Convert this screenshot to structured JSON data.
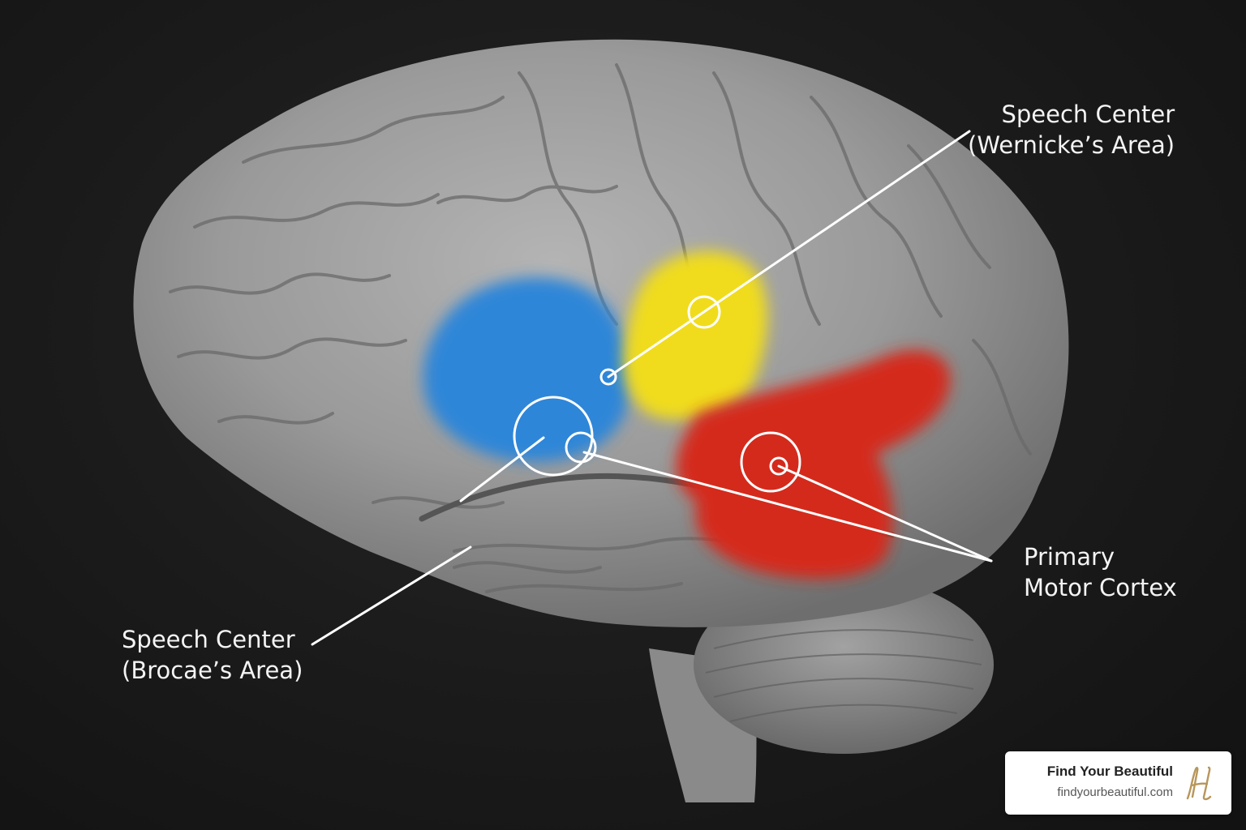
{
  "labels": {
    "wernicke": {
      "line1": "Speech Center",
      "line2": "(Wernicke’s Area)"
    },
    "motor": {
      "line1": "Primary",
      "line2": "Motor Cortex"
    },
    "broca": {
      "line1": "Speech Center",
      "line2": "(Brocae’s Area)"
    }
  },
  "brand": {
    "name": "Find Your Beautiful",
    "url": "findyourbeautiful.com",
    "logo_icon": "script-h-monogram-icon",
    "logo_color": "#b8965a"
  },
  "colors": {
    "brain": "#9a9a9a",
    "region_blue": "#2f86d8",
    "region_yellow": "#f0dc1a",
    "region_red": "#d42a1e",
    "leader_lines": "#ffffff",
    "background": "#1a1a1a"
  }
}
